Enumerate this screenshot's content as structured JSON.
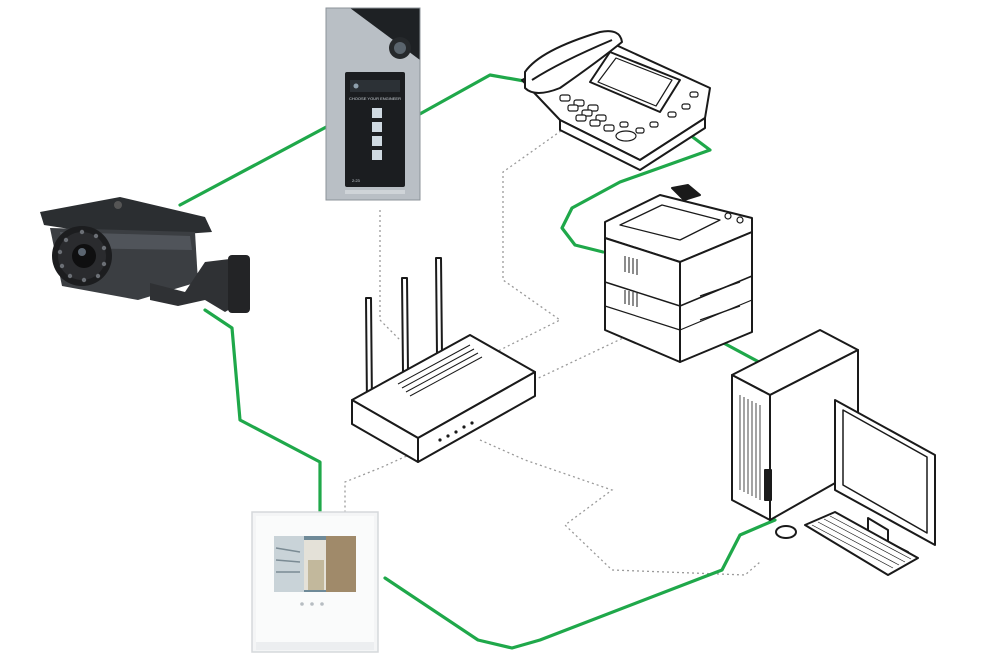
{
  "colors": {
    "wired_link": "#1fa84a",
    "wireless_link": "#9a9a9a",
    "line_art": "#1a1a1a",
    "background": "#ffffff"
  },
  "devices": [
    {
      "id": "camera",
      "icon": "cctv-camera-icon"
    },
    {
      "id": "door-panel",
      "icon": "video-door-entry-panel-icon",
      "screen_text": "CHOOSE YOUR ENGINEER",
      "footer_text": "2:23"
    },
    {
      "id": "ip-phone",
      "icon": "ip-desk-phone-icon"
    },
    {
      "id": "printer",
      "icon": "laser-printer-icon"
    },
    {
      "id": "desktop-computer",
      "icon": "desktop-computer-icon"
    },
    {
      "id": "router",
      "icon": "wifi-router-icon"
    },
    {
      "id": "indoor-monitor",
      "icon": "indoor-video-monitor-icon"
    }
  ],
  "links": [
    {
      "from": "camera",
      "to": "door-panel",
      "type": "wired"
    },
    {
      "from": "door-panel",
      "to": "ip-phone",
      "type": "wired"
    },
    {
      "from": "ip-phone",
      "to": "printer",
      "type": "wired"
    },
    {
      "from": "printer",
      "to": "desktop-computer",
      "type": "wired"
    },
    {
      "from": "desktop-computer",
      "to": "indoor-monitor",
      "type": "wired"
    },
    {
      "from": "indoor-monitor",
      "to": "camera",
      "type": "wired"
    },
    {
      "from": "router",
      "to": "door-panel",
      "type": "wireless"
    },
    {
      "from": "router",
      "to": "ip-phone",
      "type": "wireless"
    },
    {
      "from": "router",
      "to": "printer",
      "type": "wireless"
    },
    {
      "from": "router",
      "to": "desktop-computer",
      "type": "wireless"
    },
    {
      "from": "router",
      "to": "indoor-monitor",
      "type": "wireless"
    }
  ]
}
